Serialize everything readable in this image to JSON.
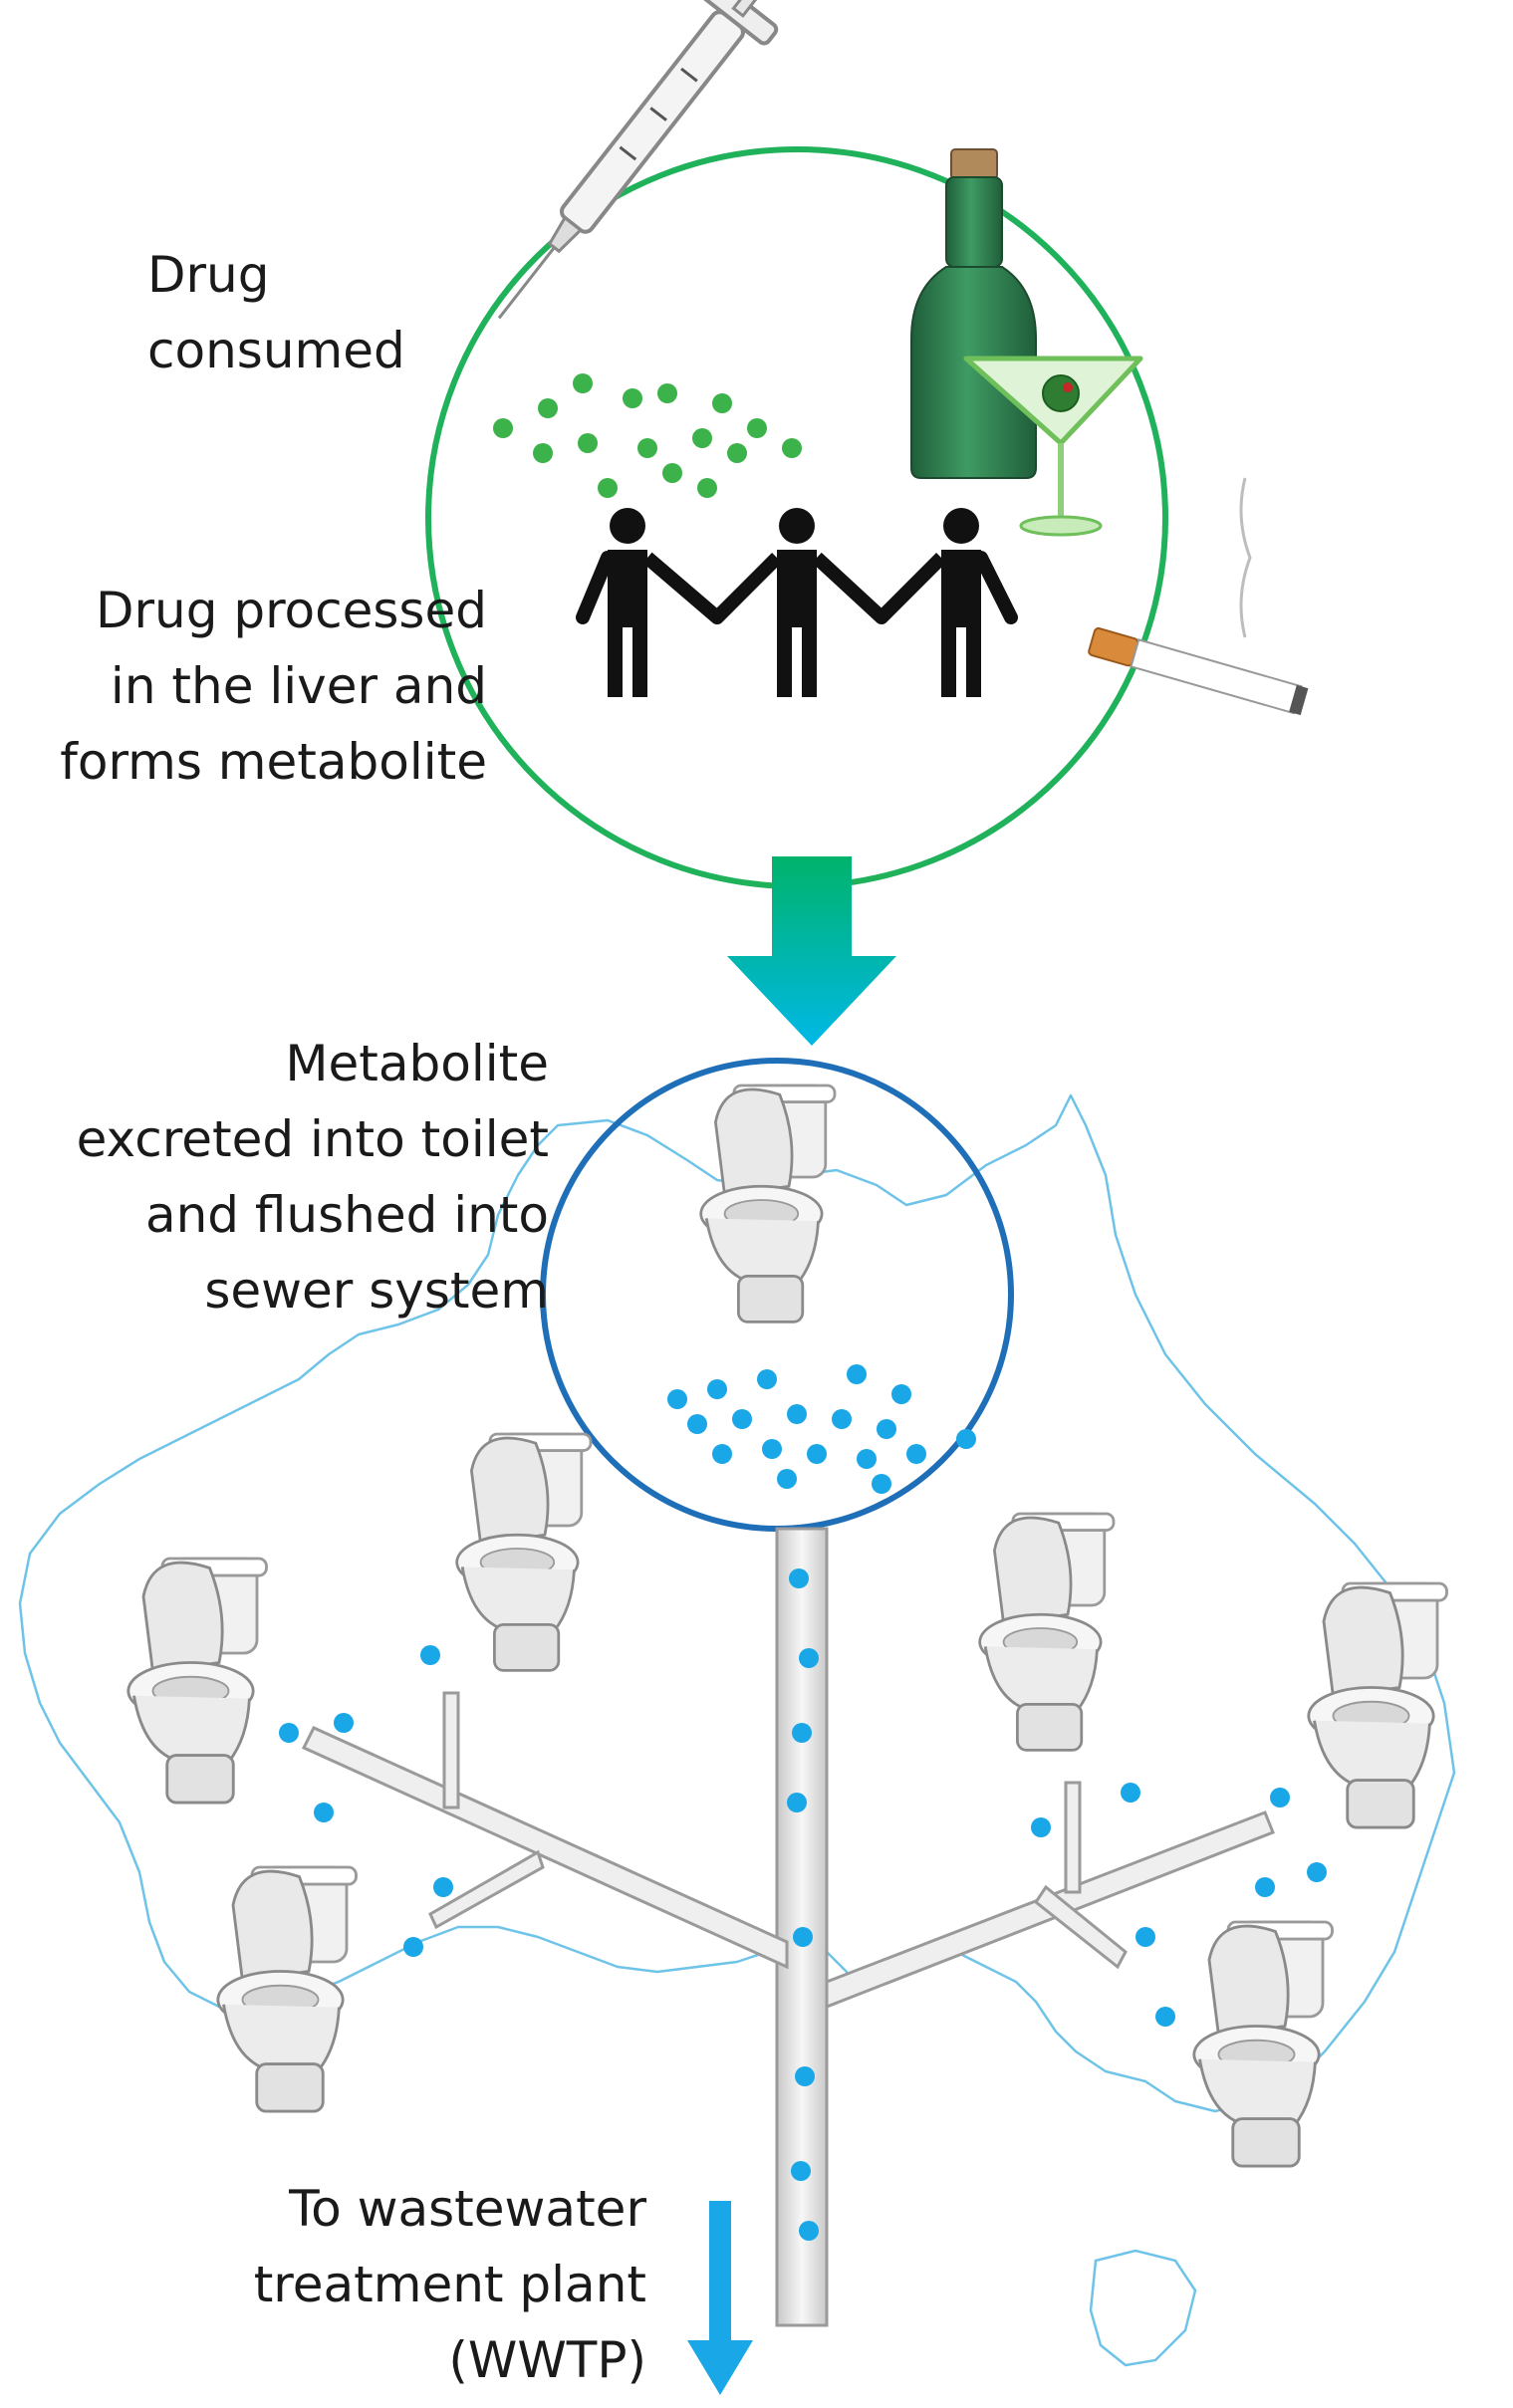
{
  "labels": {
    "drug_consumed": [
      "Drug",
      "consumed"
    ],
    "drug_processed": [
      "Drug processed",
      "in the liver and",
      "forms metabolite"
    ],
    "metabolite_excreted": [
      "Metabolite",
      "excreted into toilet",
      "and flushed into",
      "sewer system"
    ],
    "to_wwtp": [
      "To wastewater",
      "treatment plant",
      "(WWTP)"
    ]
  },
  "colors": {
    "green_circle": "#1fb25a",
    "blue_circle": "#1f6fb8",
    "green_dot": "#3cb24a",
    "blue_dot": "#1aa7e8",
    "arrow_top": "#00b36b",
    "arrow_bottom": "#00b8e6",
    "map_outline": "#6ec3e8",
    "person": "#111111",
    "bottle": "#2f7d4f",
    "pipe": "#e8e8e8"
  }
}
